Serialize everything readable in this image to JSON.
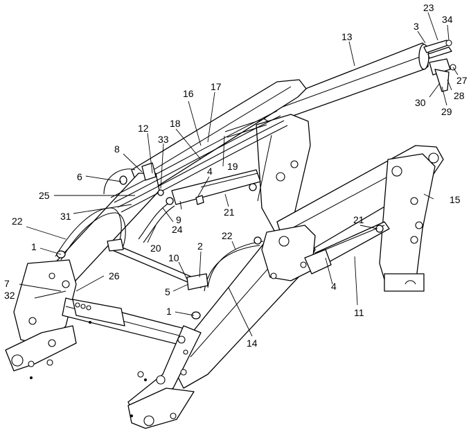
{
  "callouts": [
    {
      "id": "c1a",
      "text": "1"
    },
    {
      "id": "c1b",
      "text": "1"
    },
    {
      "id": "c2",
      "text": "2"
    },
    {
      "id": "c3",
      "text": "3"
    },
    {
      "id": "c4a",
      "text": "4"
    },
    {
      "id": "c4b",
      "text": "4"
    },
    {
      "id": "c5",
      "text": "5"
    },
    {
      "id": "c6",
      "text": "6"
    },
    {
      "id": "c7",
      "text": "7"
    },
    {
      "id": "c8",
      "text": "8"
    },
    {
      "id": "c9",
      "text": "9"
    },
    {
      "id": "c10",
      "text": "10"
    },
    {
      "id": "c11",
      "text": "11"
    },
    {
      "id": "c12",
      "text": "12"
    },
    {
      "id": "c13",
      "text": "13"
    },
    {
      "id": "c14",
      "text": "14"
    },
    {
      "id": "c15",
      "text": "15"
    },
    {
      "id": "c16",
      "text": "16"
    },
    {
      "id": "c17",
      "text": "17"
    },
    {
      "id": "c18",
      "text": "18"
    },
    {
      "id": "c19",
      "text": "19"
    },
    {
      "id": "c20",
      "text": "20"
    },
    {
      "id": "c21a",
      "text": "21"
    },
    {
      "id": "c21b",
      "text": "21"
    },
    {
      "id": "c22a",
      "text": "22"
    },
    {
      "id": "c22b",
      "text": "22"
    },
    {
      "id": "c23",
      "text": "23"
    },
    {
      "id": "c24",
      "text": "24"
    },
    {
      "id": "c25",
      "text": "25"
    },
    {
      "id": "c26",
      "text": "26"
    },
    {
      "id": "c27",
      "text": "27"
    },
    {
      "id": "c28",
      "text": "28"
    },
    {
      "id": "c29",
      "text": "29"
    },
    {
      "id": "c30",
      "text": "30"
    },
    {
      "id": "c31",
      "text": "31"
    },
    {
      "id": "c32",
      "text": "32"
    },
    {
      "id": "c33",
      "text": "33"
    },
    {
      "id": "c34",
      "text": "34"
    }
  ]
}
